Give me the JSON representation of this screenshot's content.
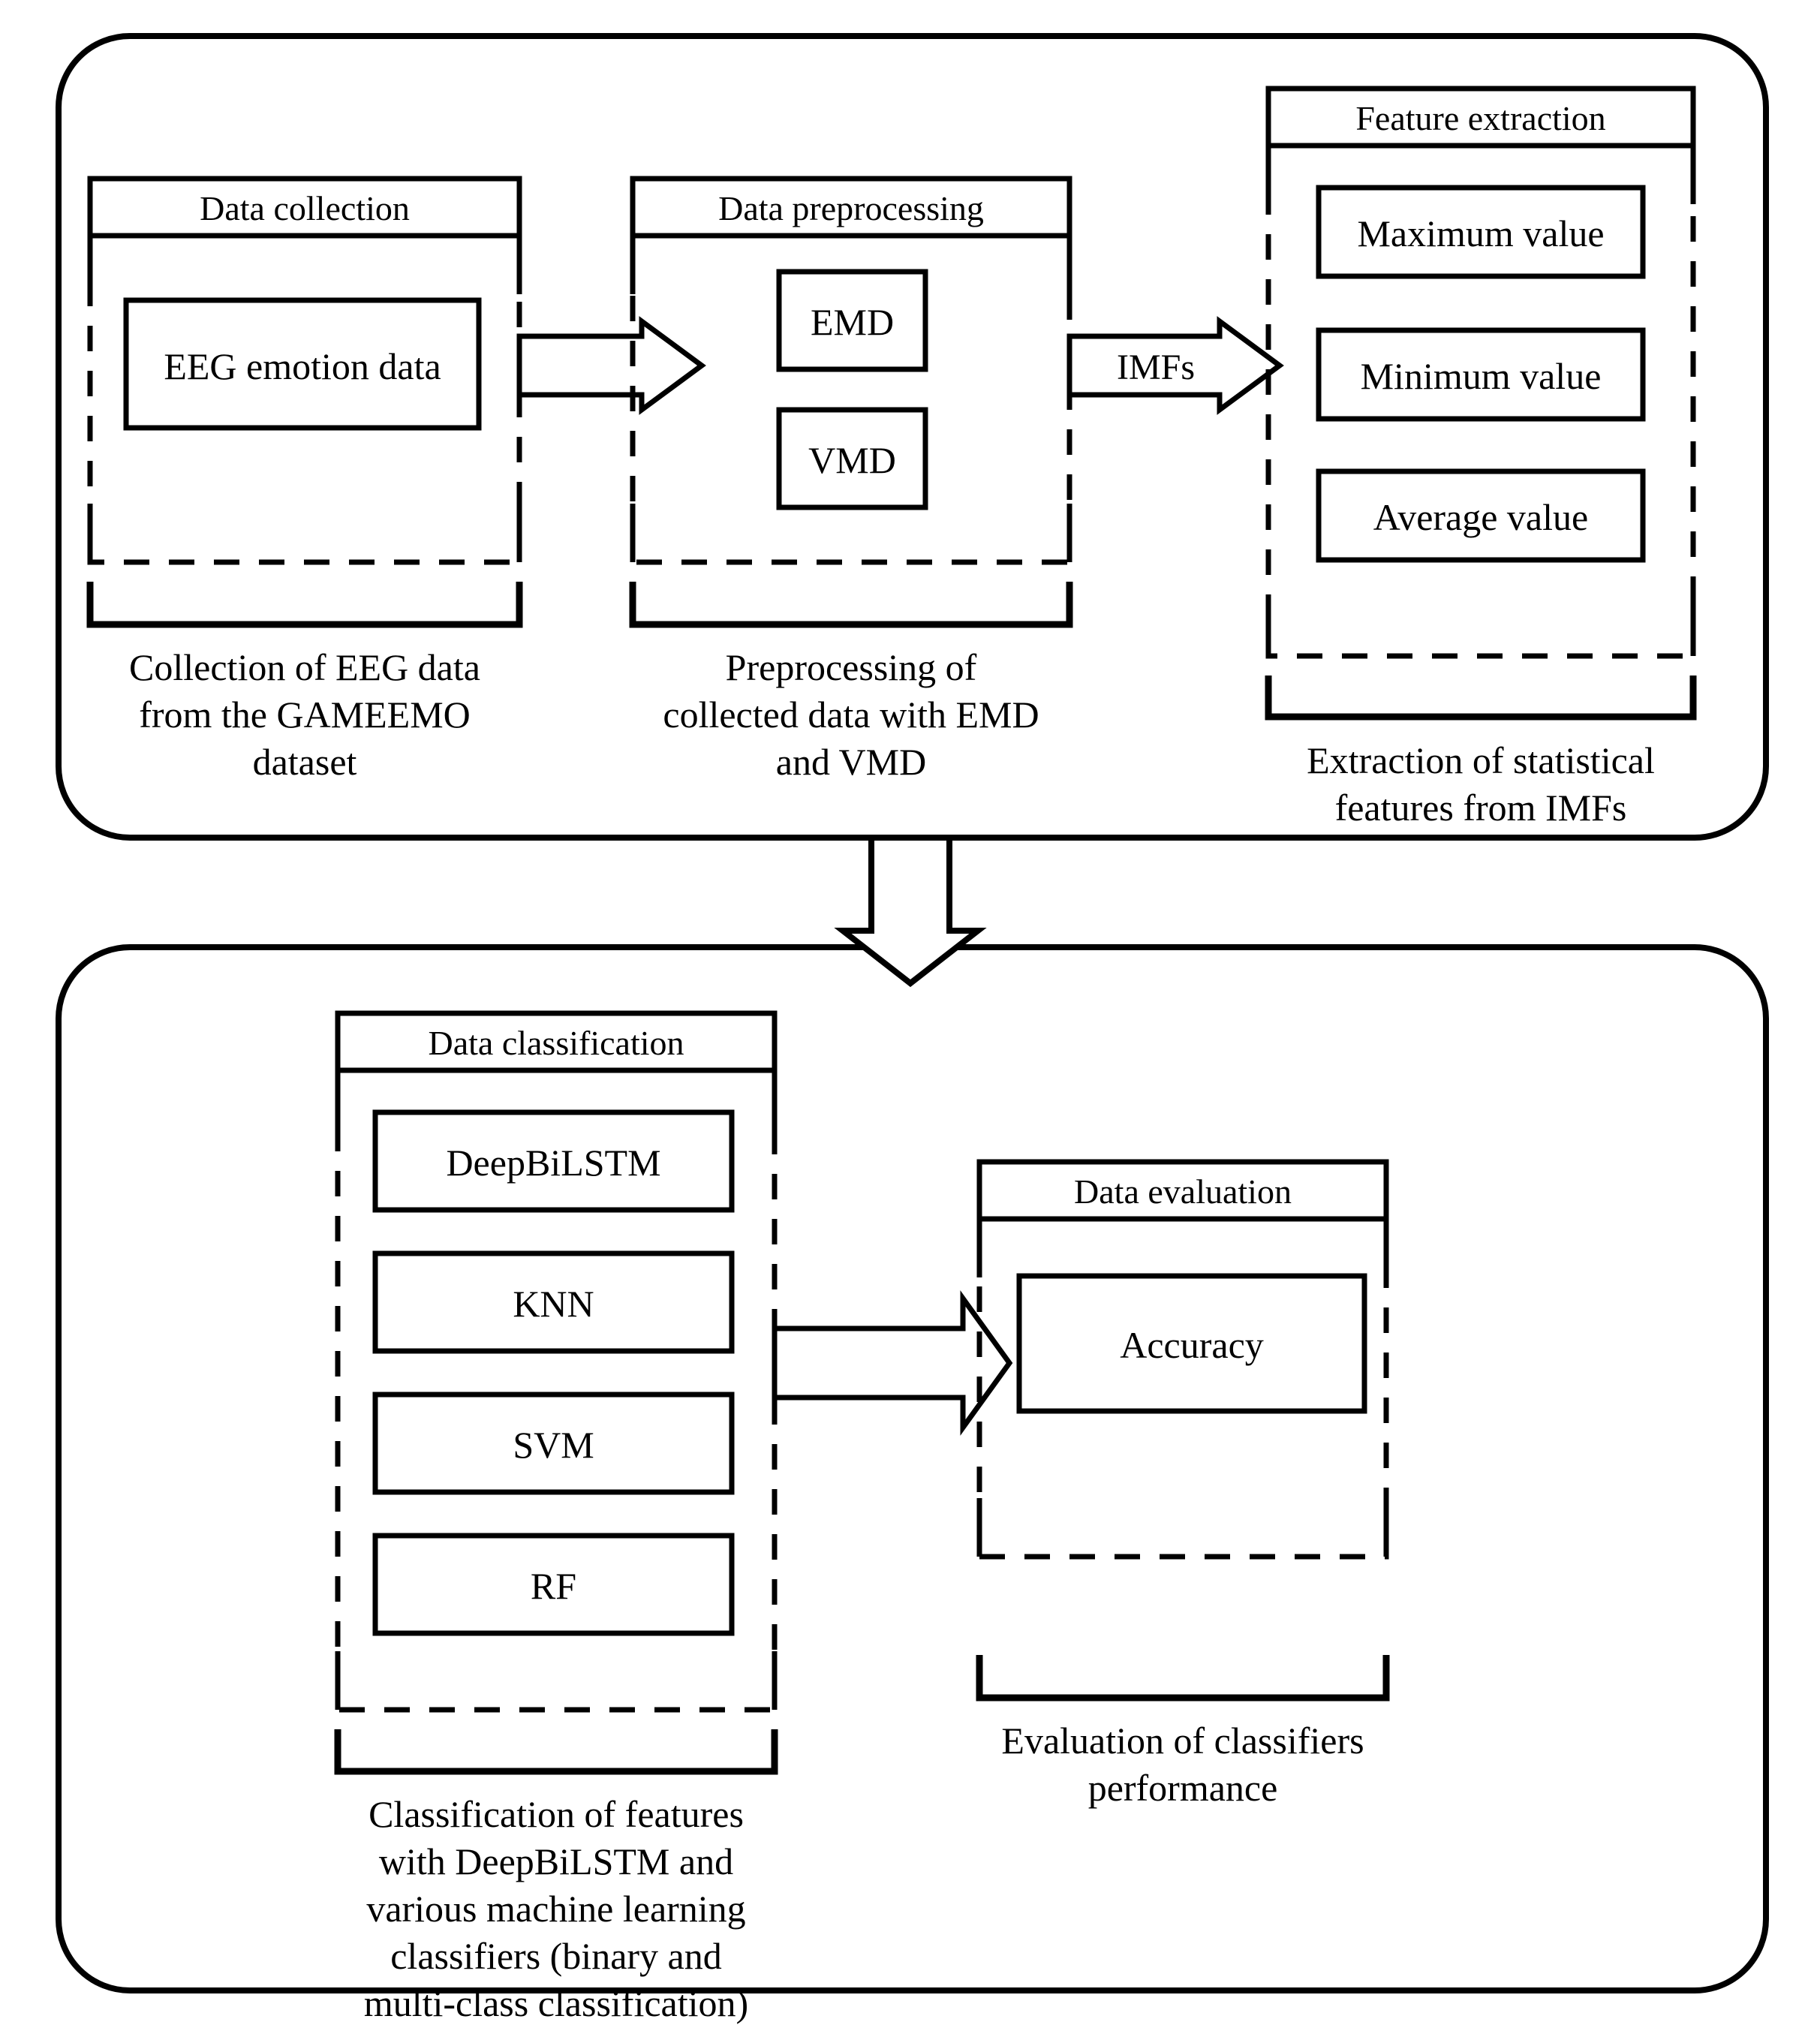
{
  "diagram": {
    "title": "EEG emotion recognition methodology flowchart",
    "stroke_color": "#000000",
    "background_color": "#ffffff"
  },
  "stages": {
    "top_panel": {
      "blocks": [
        {
          "header": "Data collection",
          "items": [
            "EEG emotion data"
          ],
          "caption": "Collection of EEG data\nfrom the GAMEEMO\ndataset"
        },
        {
          "header": "Data preprocessing",
          "items": [
            "EMD",
            "VMD"
          ],
          "caption": "Preprocessing of\ncollected data with EMD\nand VMD"
        },
        {
          "header": "Feature extraction",
          "items": [
            "Maximum value",
            "Minimum value",
            "Average value"
          ],
          "caption": "Extraction of statistical\nfeatures from IMFs"
        }
      ]
    },
    "bottom_panel": {
      "blocks": [
        {
          "header": "Data classification",
          "items": [
            "DeepBiLSTM",
            "KNN",
            "SVM",
            "RF"
          ],
          "caption": "Classification of features\nwith DeepBiLSTM and\nvarious machine learning\nclassifiers (binary and\nmulti-class classification)"
        },
        {
          "header": "Data evaluation",
          "items": [
            "Accuracy"
          ],
          "caption": "Evaluation of classifiers\nperformance"
        }
      ]
    }
  },
  "connectors": [
    {
      "id": "collection-to-preprocessing",
      "label": "",
      "direction": "right"
    },
    {
      "id": "preprocessing-to-extraction",
      "label": "IMFs",
      "direction": "right"
    },
    {
      "id": "top-to-bottom",
      "label": "",
      "direction": "down"
    },
    {
      "id": "classification-to-evaluation",
      "label": "",
      "direction": "right"
    }
  ]
}
